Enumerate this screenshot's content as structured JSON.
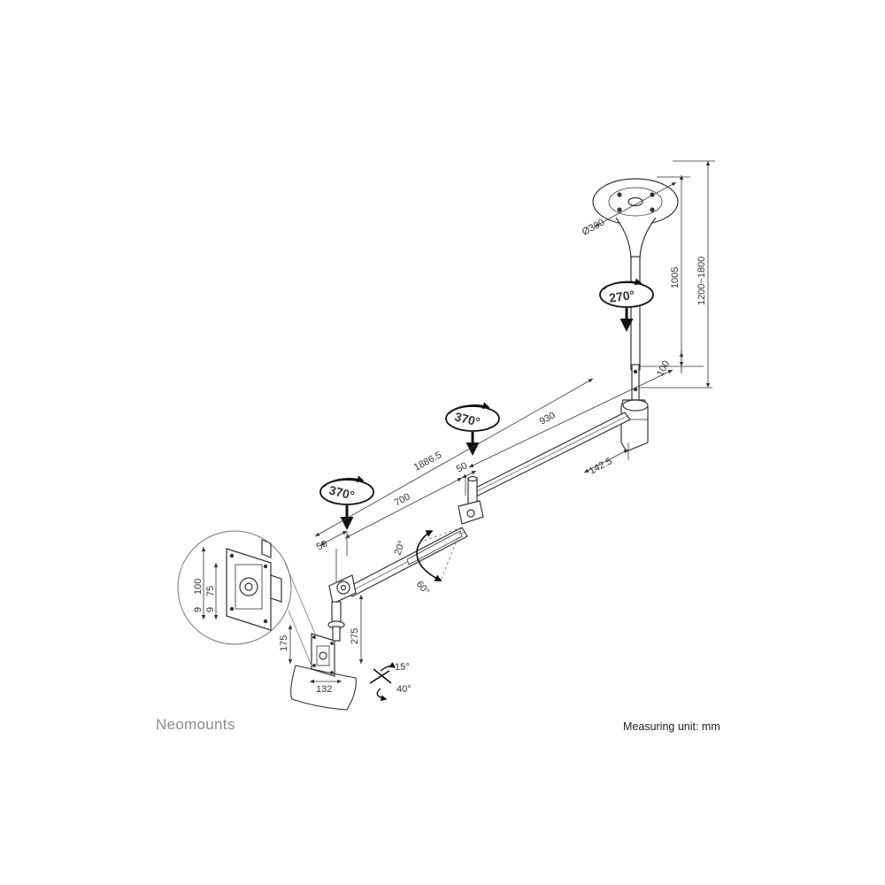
{
  "brand": "Neomounts",
  "measuring_unit": "Measuring unit: mm",
  "dimensions": {
    "plate_diameter": "Ø300",
    "pole_length": "1005",
    "ceiling_height": "1200~1800",
    "pole_offset": "100",
    "total_length": "1886.5",
    "arm_1": "930",
    "arm_2": "700",
    "base_offset": "142.5",
    "joint_offset_1": "50",
    "joint_offset_2": "50",
    "drop_height": "275",
    "head_height": "175",
    "head_width": "132",
    "vesa_75": "75",
    "vesa_100": "100",
    "detail_9a": "9",
    "detail_9b": "9"
  },
  "rotations": {
    "top": "270°",
    "middle": "370°",
    "lower": "370°",
    "tilt_up": "20°",
    "tilt_down": "60°",
    "head_tilt": "15°",
    "head_swivel": "40°"
  }
}
